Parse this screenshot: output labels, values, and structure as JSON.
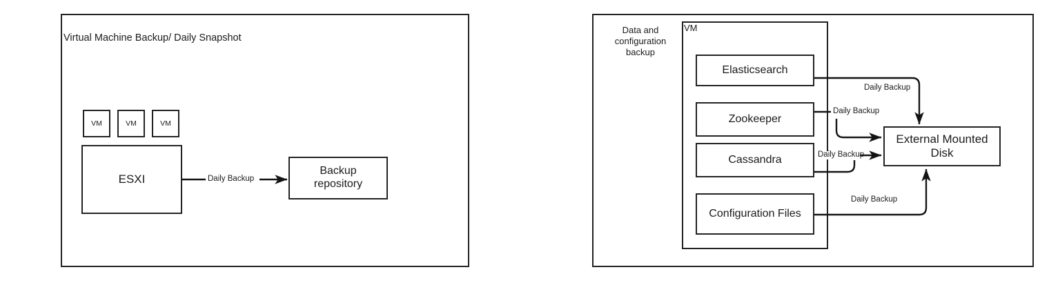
{
  "diagram": {
    "title_hidden": "",
    "panels": [
      {
        "id": "vm-backup",
        "title": "Virtual Machine Backup/ Daily Snapshot"
      },
      {
        "id": "data-config-backup",
        "title": "Data and\nconfiguration\nbackup"
      }
    ]
  },
  "left_panel": {
    "title": "Virtual Machine Backup/ Daily Snapshot",
    "vm_chips": [
      {
        "label": "VM"
      },
      {
        "label": "VM"
      },
      {
        "label": "VM"
      }
    ],
    "host_node": {
      "label": "ESXI"
    },
    "target_node": {
      "label": "Backup\nrepository"
    },
    "edges": [
      {
        "from": "ESXI",
        "to": "Backup repository",
        "label": "Daily Backup"
      }
    ]
  },
  "right_panel": {
    "side_label": "Data and\nconfiguration\nbackup",
    "vm_container_label": "VM",
    "service_nodes": [
      {
        "label": "Elasticsearch"
      },
      {
        "label": "Zookeeper"
      },
      {
        "label": "Cassandra"
      },
      {
        "label": "Configuration Files"
      }
    ],
    "target_node": {
      "label": "External Mounted\nDisk"
    },
    "edges": [
      {
        "from": "Elasticsearch",
        "to": "External Mounted Disk",
        "label": "Daily Backup"
      },
      {
        "from": "Zookeeper",
        "to": "External Mounted Disk",
        "label": "Daily Backup"
      },
      {
        "from": "Cassandra",
        "to": "External Mounted Disk",
        "label": "Daily Backup"
      },
      {
        "from": "Configuration Files",
        "to": "External Mounted Disk",
        "label": "Daily Backup"
      }
    ]
  },
  "colors": {
    "stroke": "#222222",
    "background": "#ffffff",
    "text": "#1a1a1a"
  }
}
